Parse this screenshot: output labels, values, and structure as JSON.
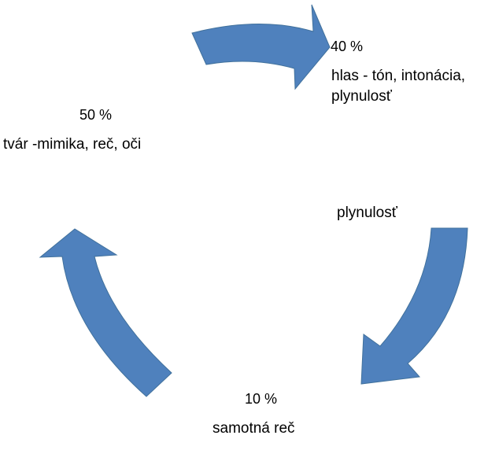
{
  "labels": {
    "top_right": {
      "percent": "40 %",
      "line1": "hlas - tón, intonácia,",
      "line2": "plynulosť"
    },
    "left": {
      "percent": "50 %",
      "text": "tvár -mimika, reč, oči"
    },
    "right_middle": {
      "text": "plynulosť"
    },
    "bottom": {
      "percent": "10 %",
      "text": "samotná reč"
    }
  },
  "colors": {
    "arrow_fill": "#4f81bd",
    "arrow_stroke": "#41719c"
  },
  "icons": [
    "curved-arrow-top",
    "curved-arrow-right",
    "curved-arrow-left"
  ]
}
